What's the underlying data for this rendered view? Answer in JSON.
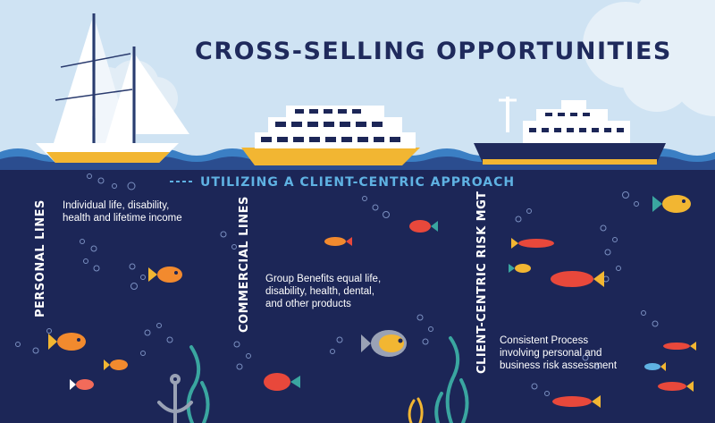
{
  "title": "CROSS-SELLING OPPORTUNITIES",
  "subtitle": "UTILIZING A CLIENT-CENTRIC APPROACH",
  "columns": [
    {
      "label": "PERSONAL LINES",
      "lines": [
        "Individual life, disability,",
        "health and lifetime income"
      ]
    },
    {
      "label": "COMMERCIAL LINES",
      "lines": [
        "Group Benefits equal life,",
        "disability, health, dental,",
        "and other products"
      ]
    },
    {
      "label": "CLIENT-CENTRIC RISK MGT",
      "lines": [
        "Consistent Process",
        "involving personal and",
        "business risk assessment"
      ]
    }
  ],
  "colors": {
    "sky": "#cfe3f3",
    "ocean": "#1c2657",
    "accent": "#5fb2e3",
    "hull_yellow": "#f2b632",
    "fish_orange": "#f28a2e",
    "fish_red": "#e8483b"
  },
  "icons": [
    "sailboat-icon",
    "ferry-icon",
    "cargo-ship-icon",
    "fish-icon",
    "anchor-icon",
    "seaweed-icon",
    "bubble-icon"
  ]
}
